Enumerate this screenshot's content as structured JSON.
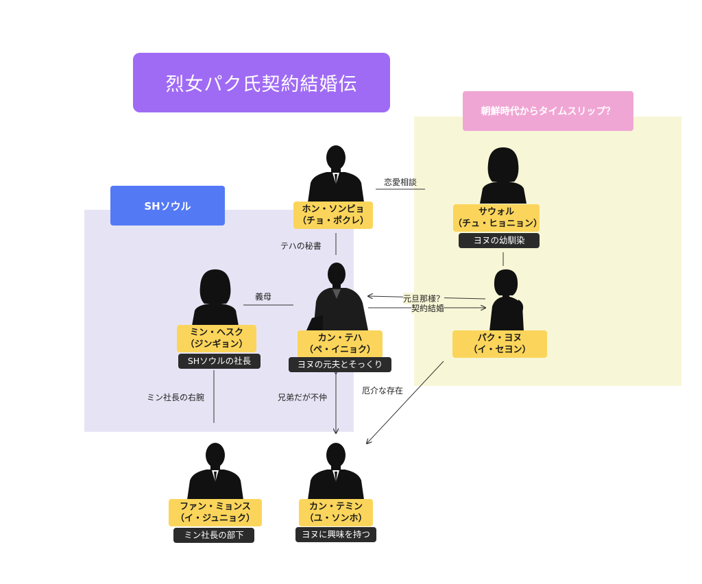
{
  "title": "烈女パク氏契約結婚伝",
  "groups": {
    "sh_seoul": {
      "label": "SHソウル",
      "color": "#5479f5"
    },
    "joseon": {
      "label": "朝鮮時代からタイムスリップ？",
      "color": "#f0a6d4"
    }
  },
  "characters": {
    "hong": {
      "line1": "ホン・ソンピョ",
      "line2": "（チョ・ポクレ）"
    },
    "saweol": {
      "line1": "サウォル",
      "line2": "（チュ・ヒョニョン）",
      "desc": "ヨヌの幼馴染"
    },
    "min": {
      "line1": "ミン・ヘスク",
      "line2": "（ジンギョン）",
      "desc": "SHソウルの社長"
    },
    "taeha": {
      "line1": "カン・テハ",
      "line2": "（ペ・イニョク）",
      "desc": "ヨヌの元夫とそっくり"
    },
    "park": {
      "line1": "パク・ヨヌ",
      "line2": "（イ・セヨン）"
    },
    "fan": {
      "line1": "ファン・ミョンス",
      "line2": "（イ・ジュニョク）",
      "desc": "ミン社長の部下"
    },
    "taemin": {
      "line1": "カン・テミン",
      "line2": "（ユ・ソンホ）",
      "desc": "ヨヌに興味を持つ"
    }
  },
  "relations": {
    "love_consult": "恋愛相談",
    "secretary": "テハの秘書",
    "stepmother": "義母",
    "former_husband": "元旦那様？",
    "contract_marriage": "契約結婚",
    "right_hand": "ミン社長の右腕",
    "brothers": "兄弟だが不仲",
    "troublesome": "厄介な存在"
  },
  "colors": {
    "title_bg": "#a06bf4",
    "name_bg": "#fbd55b",
    "desc_bg": "#2b2b2b",
    "sh_region": "#e6e4f4",
    "joseon_region": "#f7f6d6"
  }
}
